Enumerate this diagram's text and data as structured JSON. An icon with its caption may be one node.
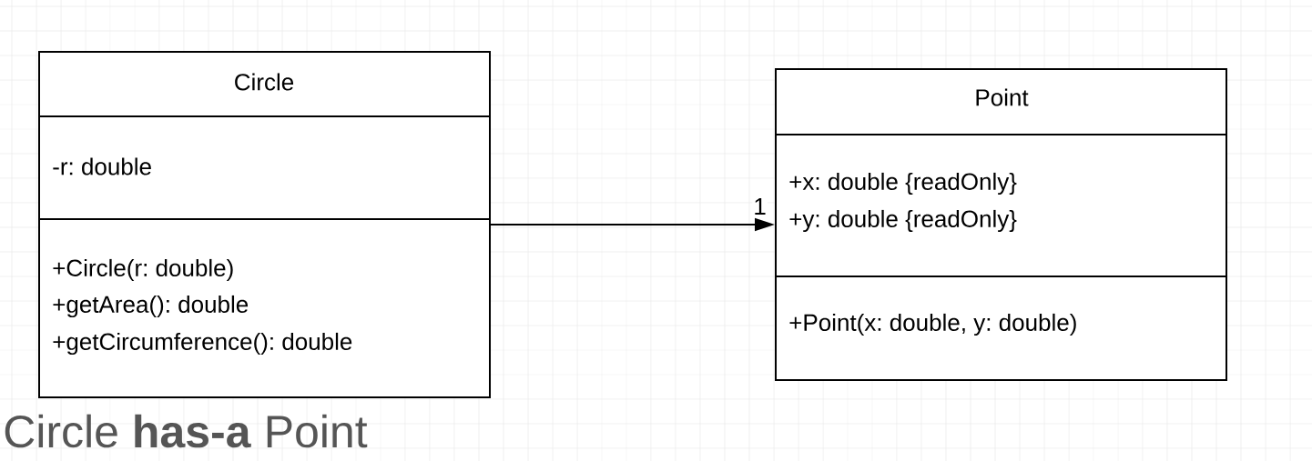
{
  "diagram": {
    "caption": "Circle **has-a** Point",
    "nodes": [
      {
        "text": [
          "Circle",
          "-r: double",
          "+Circle(r: double)",
          "+getArea(): double",
          "+getCircumference(): double"
        ]
      },
      {
        "text": [
          "Point",
          "+x: double {readOnly}",
          "+y: double {readOnly}",
          "+Point(x: double, y: double)"
        ]
      }
    ],
    "edges": [
      {
        "from": 0,
        "to": 1,
        "arrow": "to",
        "label": "1"
      }
    ]
  }
}
